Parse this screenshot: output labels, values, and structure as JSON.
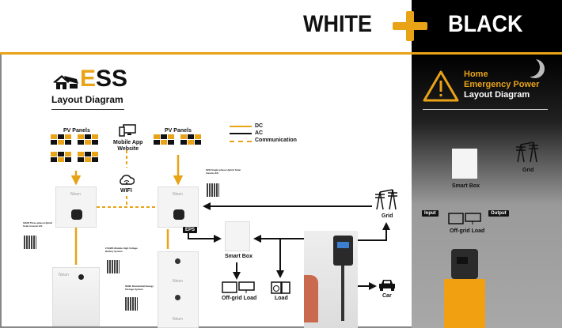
{
  "header": {
    "left_word": "WHITE",
    "right_word": "BLACK",
    "accent": "#e8a317"
  },
  "ess": {
    "title_accent": "E",
    "title_rest": "SS",
    "subtitle": "Layout Diagram"
  },
  "legend": {
    "dc": "DC",
    "ac": "AC",
    "communication": "Communication"
  },
  "labels": {
    "pv_left": "PV Panels",
    "pv_right": "PV Panels",
    "mobile": "Mobile App",
    "website": "Website",
    "wifi": "WIFI",
    "eps": "EPS",
    "smart_box": "Smart Box",
    "offgrid": "Off-grid Load",
    "load": "Load",
    "grid": "Grid",
    "car": "Car",
    "brand": "Ninzn",
    "inv_left": "10kW Three-phase Hybrid Solar Inverter-ES",
    "inv_right": "5kW Single-phase Hybrid Solar Inverter-ES",
    "bat_left": "2.5kWh Module High Voltage Battery System",
    "bat_right": "5kWh Residential Energy Storage System"
  },
  "emergency": {
    "line1": "Home",
    "line2": "Emergency Power",
    "line3": "Layout Diagram",
    "smart_box": "Smart Box",
    "grid": "Grid",
    "input": "Input",
    "output": "Output",
    "offgrid": "Off-grid Load"
  }
}
